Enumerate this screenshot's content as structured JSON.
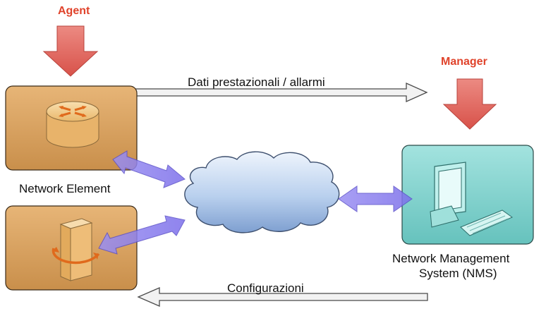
{
  "roles": {
    "agent": "Agent",
    "manager": "Manager"
  },
  "labels": {
    "network_element": "Network Element",
    "nms_line1": "Network Management",
    "nms_line2": "System (NMS)",
    "performance_flow": "Dati prestazionali / allarmi",
    "config_flow": "Configurazioni"
  },
  "colors": {
    "role_text": "#e0432b",
    "agent_box": "#d9a05a",
    "nms_box": "#7fd3cf",
    "red_arrow": "#e06a63",
    "purple_arrow": "#8a7ef0",
    "cloud": "#b6cfef"
  },
  "icons": {
    "router": "router-icon",
    "server": "server-icon",
    "computer": "computer-icon",
    "cloud": "network-cloud"
  }
}
